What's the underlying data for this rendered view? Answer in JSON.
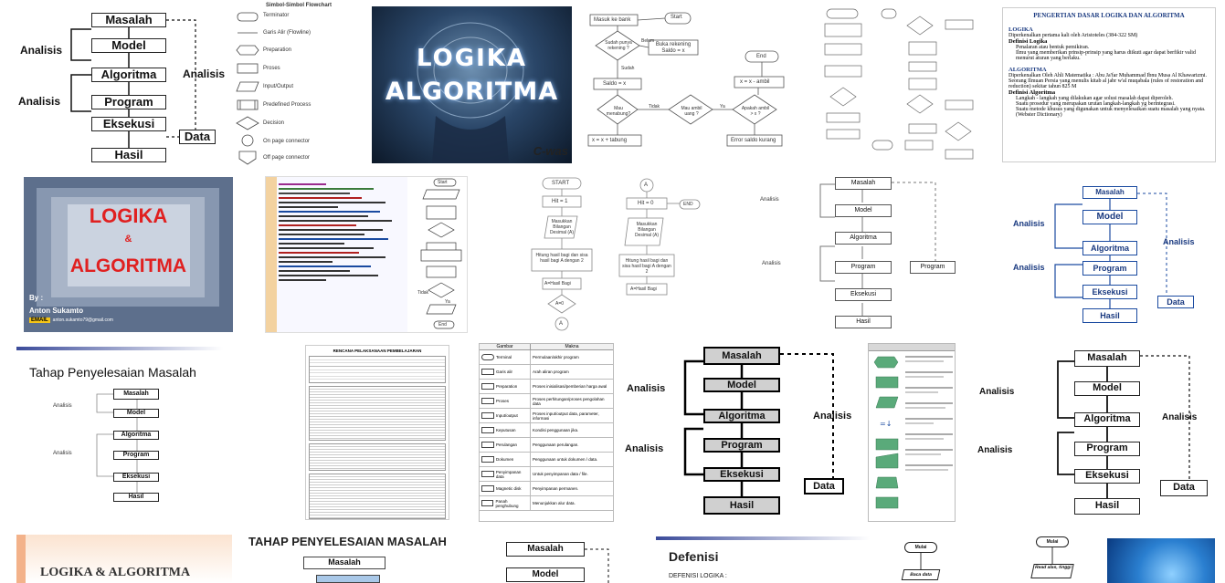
{
  "flow": {
    "masalah": "Masalah",
    "model": "Model",
    "algoritma": "Algoritma",
    "program": "Program",
    "eksekusi": "Eksekusi",
    "hasil": "Hasil",
    "data": "Data",
    "analisis": "Analisis"
  },
  "tile_symbol": {
    "title": "Simbol-Simbol Flowchart",
    "rows": [
      "Terminator",
      "Garis Alir (Flowline)",
      "Preparation",
      "Proses",
      "Input/Output",
      "Predefined Process",
      "Decision",
      "On page connector",
      "Off page connector"
    ]
  },
  "tile_brain": {
    "line1": "LOGIKA",
    "line2": "ALGORITMA",
    "watermark": "C-was"
  },
  "tile_bank": {
    "start": "Start",
    "enter": "Masuk ke bank",
    "q1": "Sudah punya rekening ?",
    "open": "Buka rekening Saldo = x",
    "sudah": "Sudah",
    "belum": "Belum",
    "saldo": "Saldo = x",
    "q2": "Mau menabung?",
    "q3": "Mau ambil uang ?",
    "q4": "Apakah ambil > x ?",
    "tidak": "Tidak",
    "ya": "Ya",
    "tabung": "x = x + tabung",
    "ambil": "x = x - ambil",
    "kurang": "Error saldo kurang",
    "end": "End"
  },
  "tile_def": {
    "title": "PENGERTIAN DASAR LOGIKA DAN ALGORITMA",
    "logika": "LOGIKA",
    "logika_text": "Diperkenalkan pertama kali oleh Aristoteles (384-322 SM)",
    "def_logika": "Definisi Logika",
    "b1": "Penalaran atau bentuk pemikiran.",
    "b2": "Ilmu yang memberikan prinsip-prinsip yang harus diikuti agar dapat berfikir valid menurut aturan yang berlaku.",
    "algoritma": "ALGORITMA",
    "algo_text": "Diperkenalkan Oleh Ahli Matematika : Abu Ja'far Muhammad Ibnu Musa Al Khawarizmi. Seorang Ilmuan Persia yang menulis kitab al jabr w'al muqabala (rules of restoration and reduction) sekitar tahun 825 M",
    "def_algo": "Definisi Algoritma",
    "b3": "Langkah - langkah yang dilakukan agar solusi masalah dapat diperoleh.",
    "b4": "Suatu prosedur yang merupakan urutan langkah-langkah yg berintegrasi.",
    "b5": "Suatu metode khusus yang digunakan untuk menyelesaikan suatu masalah yang nyata.(Webster Dictionary)"
  },
  "tile_slide": {
    "line1": "LOGIKA",
    "amp": "&",
    "line2": "ALGORITMA",
    "by": "By :",
    "author": "Anton Sukamto",
    "email_label": "EMAIL",
    "email": "anton.sukamto79@gmail.com"
  },
  "tile_code": {
    "start": "Start",
    "end": "End",
    "ya": "Ya",
    "tidak": "Tidak"
  },
  "tile_decimal": {
    "start": "START",
    "a": "A",
    "hit": "Hit = 1",
    "hit0": "Hit = 0",
    "input": "Masukkan Bilangan Desimal (A)",
    "calc": "Hitung hasil bagi dan sisa hasil bagi A dengan 2",
    "assign": "A=Hasil Bagi",
    "cond": "A=0",
    "end": "END"
  },
  "tahap": {
    "title": "Tahap Penyelesaian Masalah",
    "title_caps": "TAHAP PENYELESAIAN MASALAH"
  },
  "tile_rpp": {
    "title": "RENCANA PELAKSANAAN PEMBELAJARAN"
  },
  "tile_table": {
    "header_sym": "Gambar",
    "header_desc": "Makna",
    "rows": [
      {
        "name": "Terminal",
        "desc": "Permulaan/akhir program"
      },
      {
        "name": "Garis alir",
        "desc": "Arah aliran program"
      },
      {
        "name": "Preparation",
        "desc": "Proses inisialisasi/pemberian harga awal"
      },
      {
        "name": "Proses",
        "desc": "Proses perhitungan/proses pengolahan data"
      },
      {
        "name": "Input/output",
        "desc": "Proses input/output data, parameter, informasi"
      },
      {
        "name": "Keputusan",
        "desc": "Kondisi penggunaan jika."
      },
      {
        "name": "Perulangan",
        "desc": "Penggunaan perulangan."
      },
      {
        "name": "Dokumen",
        "desc": "Penggunaan untuk dokumen / data."
      },
      {
        "name": "Penyimpanan data",
        "desc": "Untuk penyimpanan data / file."
      },
      {
        "name": "Magnetic disk",
        "desc": "Penyimpanan permanen."
      },
      {
        "name": "Panah penghubung",
        "desc": "Menunjukkan alur data."
      }
    ]
  },
  "bottom": {
    "logika_algoritma": "LOGIKA & ALGORITMA",
    "defenisi": "Defenisi",
    "defenisi_logika": "DEFENISI LOGIKA :",
    "mulai": "Mulai",
    "baca": "Baca data",
    "read": "Read alas, tinggi"
  },
  "colors": {
    "slide_red": "#e02020",
    "link_blue": "#1a4aa0",
    "brain_blue": "#1d4a7a"
  }
}
